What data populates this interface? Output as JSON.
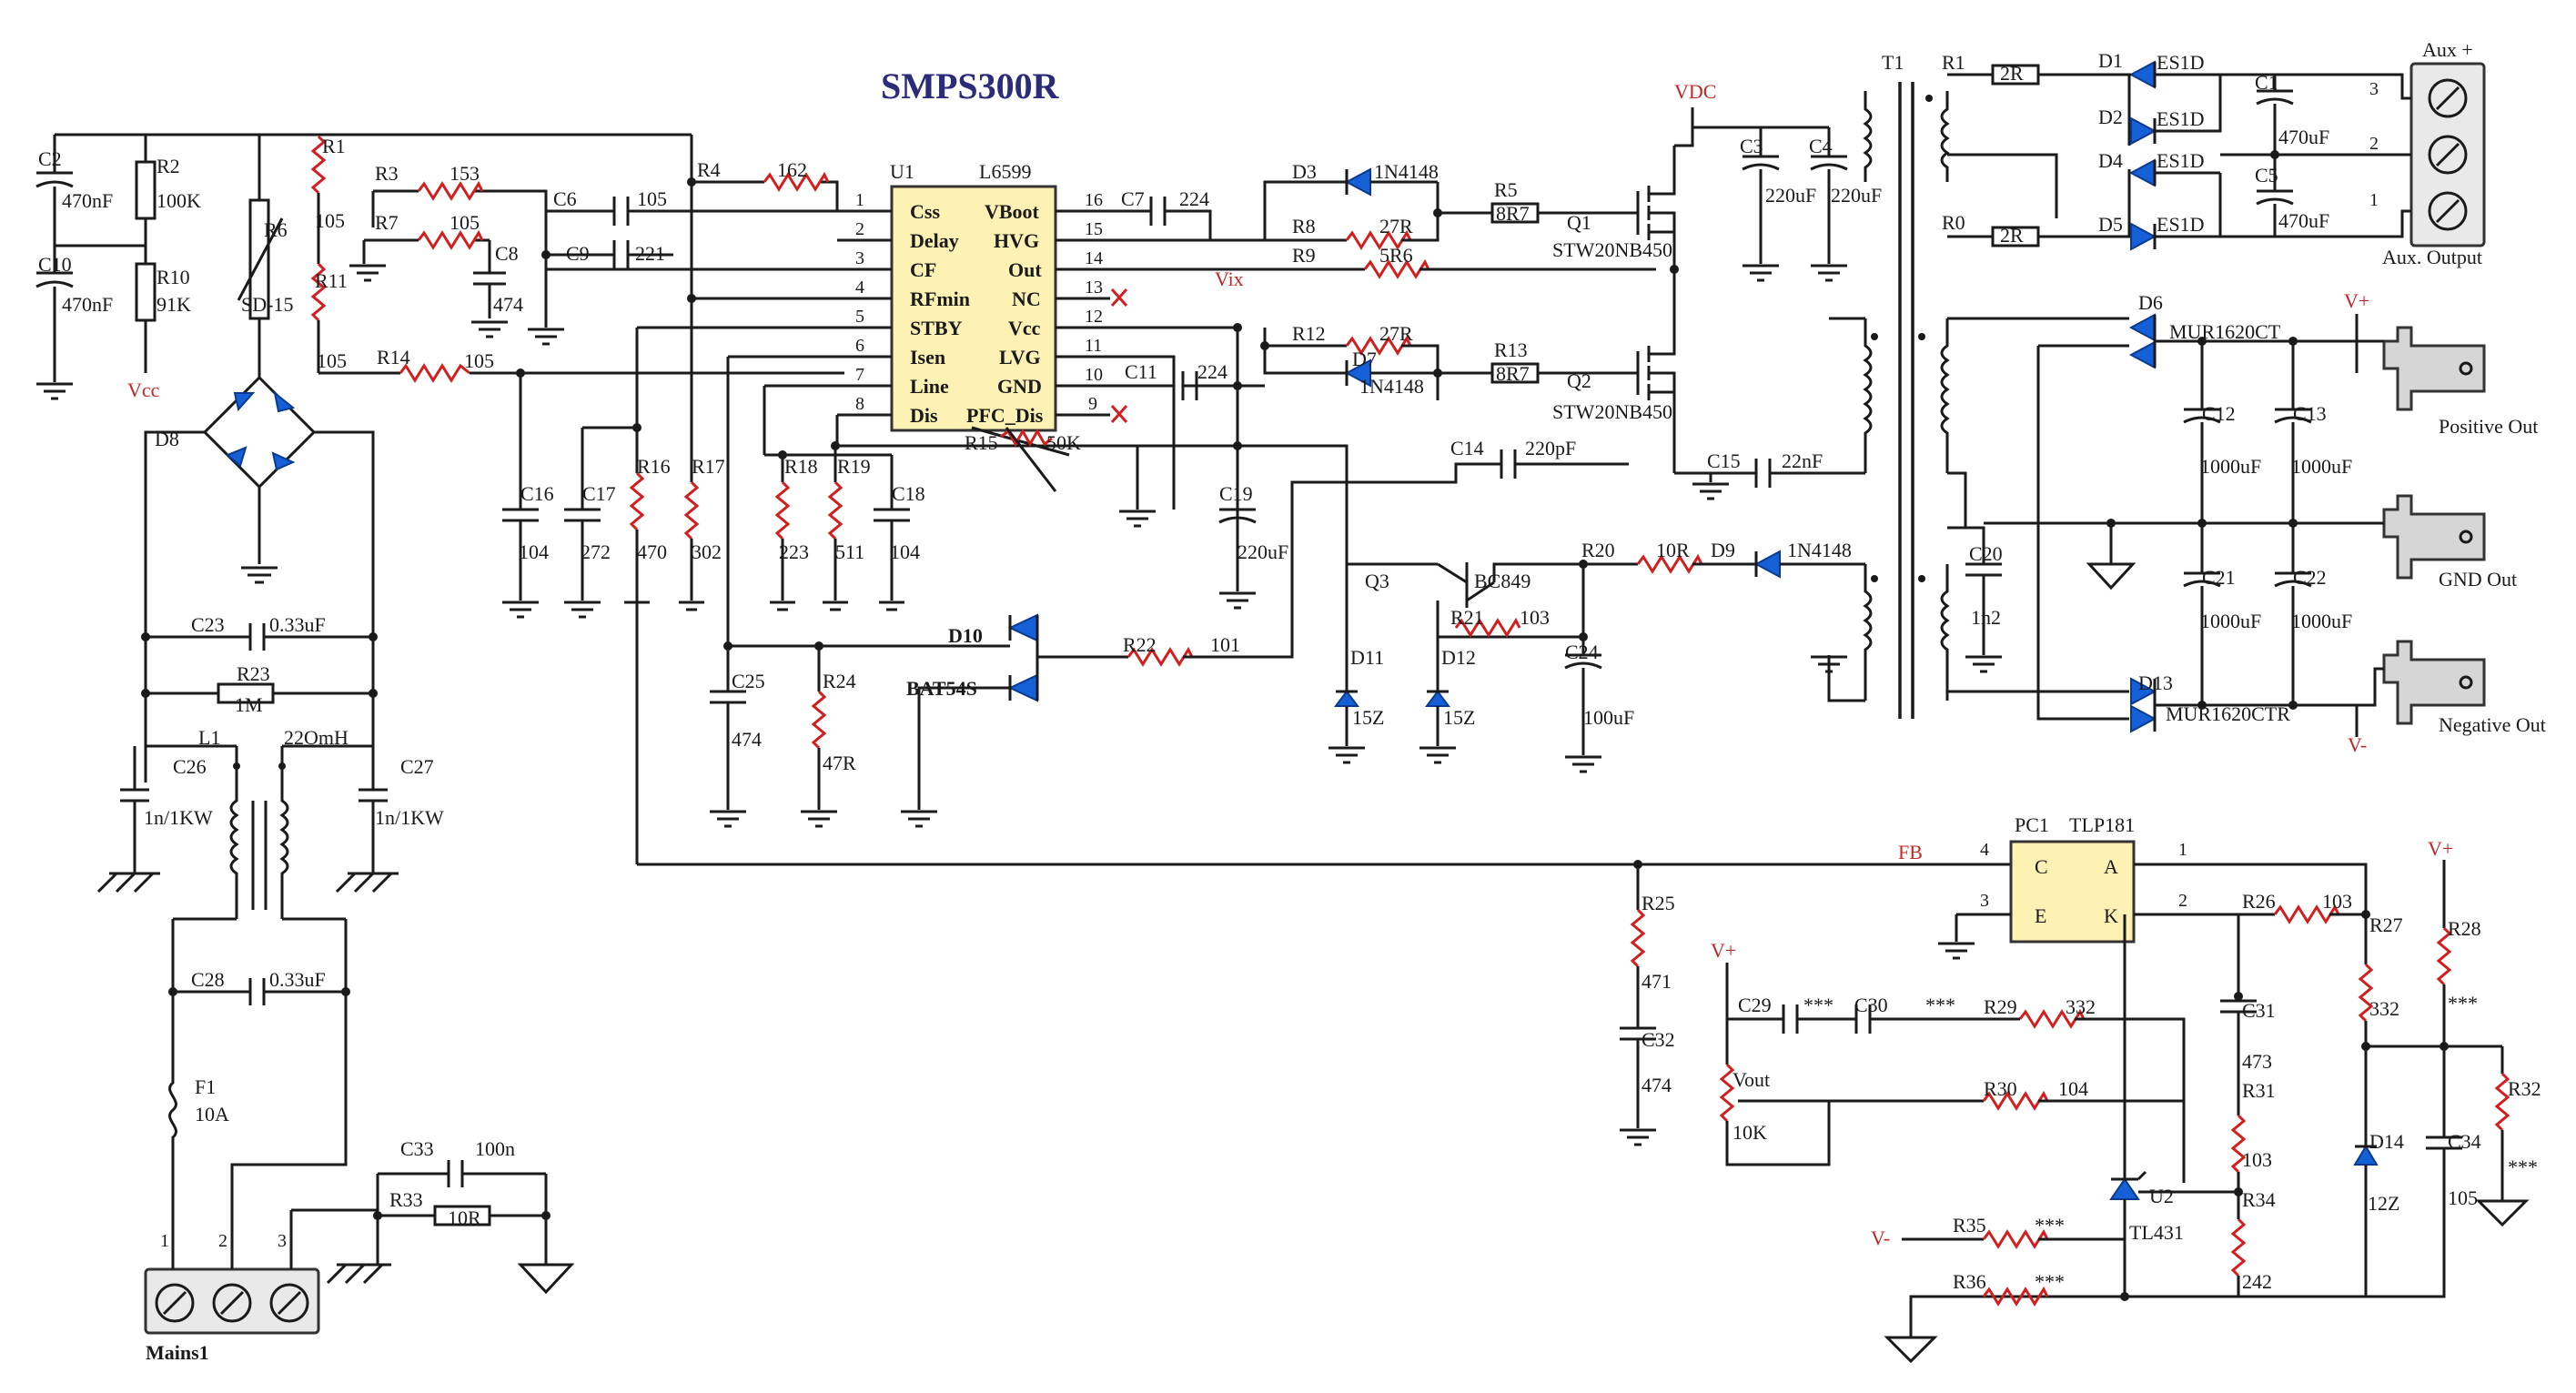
{
  "title": "SMPS300R",
  "labels": {
    "vdc": "VDC",
    "vcc": "Vcc",
    "vix": "Vix",
    "fb": "FB",
    "vplus": "V+",
    "vminus": "V-"
  },
  "u1": {
    "ref": "U1",
    "part": "L6599",
    "left_pins": [
      {
        "n": "1",
        "name": "Css"
      },
      {
        "n": "2",
        "name": "Delay"
      },
      {
        "n": "3",
        "name": "CF"
      },
      {
        "n": "4",
        "name": "RFmin"
      },
      {
        "n": "5",
        "name": "STBY"
      },
      {
        "n": "6",
        "name": "Isen"
      },
      {
        "n": "7",
        "name": "Line"
      },
      {
        "n": "8",
        "name": "Dis"
      }
    ],
    "right_pins": [
      {
        "n": "16",
        "name": "VBoot"
      },
      {
        "n": "15",
        "name": "HVG"
      },
      {
        "n": "14",
        "name": "Out"
      },
      {
        "n": "13",
        "name": "NC"
      },
      {
        "n": "12",
        "name": "Vcc"
      },
      {
        "n": "11",
        "name": "LVG"
      },
      {
        "n": "10",
        "name": "GND"
      },
      {
        "n": "9",
        "name": "PFC_Dis"
      }
    ]
  },
  "pc1": {
    "ref": "PC1",
    "part": "TLP181",
    "a": "A",
    "c": "C",
    "k": "K",
    "e": "E",
    "p1": "1",
    "p2": "2",
    "p3": "3",
    "p4": "4"
  },
  "comps": {
    "C2": "C2",
    "C2v": "470nF",
    "C10": "C10",
    "C10v": "470nF",
    "R2": "R2",
    "R2v": "100K",
    "R10": "R10",
    "R10v": "91K",
    "R1": "R1",
    "R1v": "105",
    "R11": "R11",
    "R11v": "105",
    "R6": "R6",
    "R6v": "SD-15",
    "R3": "R3",
    "R3v": "153",
    "R7": "R7",
    "R7v": "105",
    "C8": "C8",
    "C8v": "474",
    "C6": "C6",
    "C6v": "105",
    "C9": "C9",
    "C9v": "221",
    "R4": "R4",
    "R4v": "162",
    "R14": "R14",
    "R14v": "105",
    "C7": "C7",
    "C7v": "224",
    "C11": "C11",
    "C11v": "224",
    "D3": "D3",
    "D3v": "1N4148",
    "D7": "D7",
    "D7v": "1N4148",
    "R8": "R8",
    "R8v": "27R",
    "R9": "R9",
    "R9v": "5R6",
    "R12": "R12",
    "R12v": "27R",
    "R5": "R5",
    "R5v": "8R7",
    "R13": "R13",
    "R13v": "8R7",
    "Q1": "Q1",
    "Q1v": "STW20NB450",
    "Q2": "Q2",
    "Q2v": "STW20NB450",
    "C3": "C3",
    "C3v": "220uF",
    "C4": "C4",
    "C4v": "220uF",
    "T1": "T1",
    "R1b": "R1",
    "R1bv": "2R",
    "R0": "R0",
    "R0v": "2R",
    "D1": "D1",
    "D1v": "ES1D",
    "D2": "D2",
    "D2v": "ES1D",
    "D4": "D4",
    "D4v": "ES1D",
    "D5": "D5",
    "D5v": "ES1D",
    "C1": "C1",
    "C1v": "470uF",
    "C5": "C5",
    "C5v": "470uF",
    "auxplus": "Aux +",
    "auxout": "Aux. Output",
    "D6": "D6",
    "D6v": "MUR1620CT",
    "D13": "D13",
    "D13v": "MUR1620CTR",
    "C12": "C12",
    "C12v": "1000uF",
    "C13": "C13",
    "C13v": "1000uF",
    "C21": "C21",
    "C21v": "1000uF",
    "C22": "C22",
    "C22v": "1000uF",
    "posout": "Positive Out",
    "gndout": "GND Out",
    "negout": "Negative Out",
    "C14": "C14",
    "C14v": "220pF",
    "C15": "C15",
    "C15v": "22nF",
    "C20": "C20",
    "C20v": "1n2",
    "R15": "R15",
    "R15v": "50K",
    "C19": "C19",
    "C19v": "220uF",
    "C16": "C16",
    "C16v": "104",
    "C17": "C17",
    "C17v": "272",
    "R16": "R16",
    "R16v": "470",
    "R17": "R17",
    "R17v": "302",
    "R18": "R18",
    "R18v": "223",
    "R19": "R19",
    "R19v": "511",
    "C18": "C18",
    "C18v": "104",
    "D10": "D10",
    "D10v": "BAT54S",
    "R22": "R22",
    "R22v": "101",
    "C25": "C25",
    "C25v": "474",
    "R24": "R24",
    "R24v": "47R",
    "Q3": "Q3",
    "Q3v": "BC849",
    "R20": "R20",
    "R20v": "10R",
    "D9": "D9",
    "D9v": "1N4148",
    "R21": "R21",
    "R21v": "103",
    "C24": "C24",
    "C24v": "100uF",
    "D11": "D11",
    "D11v": "15Z",
    "D12": "D12",
    "D12v": "15Z",
    "D8": "D8",
    "C23": "C23",
    "C23v": "0.33uF",
    "R23": "R23",
    "R23v": "1M",
    "L1": "L1",
    "L1v": "22OmH",
    "C26": "C26",
    "C26v": "1n/1KW",
    "C27": "C27",
    "C27v": "1n/1KW",
    "C28": "C28",
    "C28v": "0.33uF",
    "F1": "F1",
    "F1v": "10A",
    "C33": "C33",
    "C33v": "100n",
    "R33": "R33",
    "R33v": "10R",
    "mains": "Mains1",
    "R25": "R25",
    "R25v": "471",
    "C32": "C32",
    "C32v": "474",
    "C29": "C29",
    "C29v": "***",
    "C30": "C30",
    "C30v": "***",
    "R29": "R29",
    "R29v": "332",
    "R30": "R30",
    "R30v": "104",
    "Vout": "Vout",
    "Voutv": "10K",
    "C31": "C31",
    "C31v": "473",
    "R31": "R31",
    "R31v": "103",
    "R34": "R34",
    "R34v": "242",
    "U2": "U2",
    "U2v": "TL431",
    "R35": "R35",
    "R35v": "***",
    "R36": "R36",
    "R36v": "***",
    "R26": "R26",
    "R26v": "103",
    "R27": "R27",
    "R27v": "332",
    "R28": "R28",
    "R28v": "***",
    "D14": "D14",
    "D14v": "12Z",
    "C34": "C34",
    "C34v": "105",
    "R32": "R32",
    "R32v": "***"
  },
  "colors": {
    "ic_fill": "#fdf1b3",
    "diode": "#1560d6",
    "resistor": "#d21e1e",
    "title": "#2b2b7a"
  }
}
